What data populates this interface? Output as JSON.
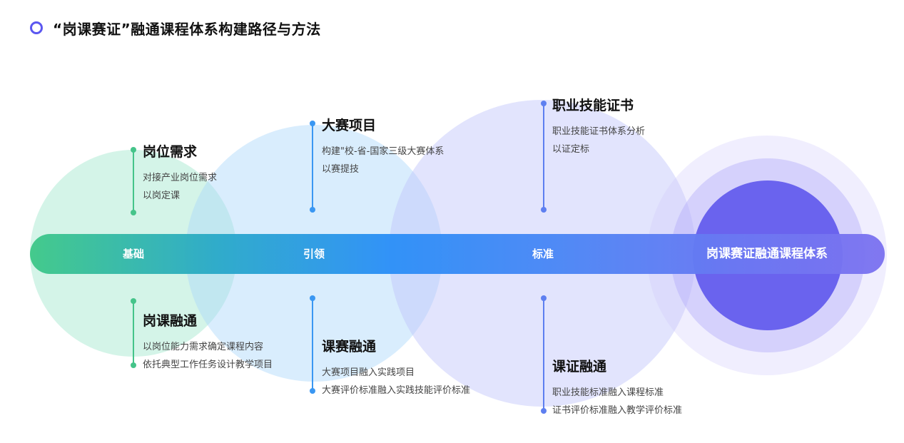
{
  "header": {
    "title": "“岗课赛证”融通课程体系构建路径与方法"
  },
  "band": {
    "labels": [
      "基础",
      "引领",
      "标准"
    ],
    "final": "岗课赛证融通课程体系"
  },
  "top_blocks": [
    {
      "title": "岗位需求",
      "lines": [
        "对接产业岗位需求",
        "以岗定课"
      ]
    },
    {
      "title": "大赛项目",
      "lines": [
        "构建\"校-省-国家三级大赛体系",
        "以赛提技"
      ]
    },
    {
      "title": "职业技能证书",
      "lines": [
        "职业技能证书体系分析",
        "以证定标"
      ]
    }
  ],
  "bottom_blocks": [
    {
      "title": "岗课融通",
      "lines": [
        "以岗位能力需求确定课程内容",
        "依托典型工作任务设计教学项目"
      ]
    },
    {
      "title": "课赛融通",
      "lines": [
        "大赛项目融入实践项目",
        "大赛评价标准融入实践技能评价标准"
      ]
    },
    {
      "title": "课证融通",
      "lines": [
        "职业技能标准融入课程标准",
        "证书评价标准融入教学评价标准"
      ]
    }
  ],
  "colors": {
    "accent": "#5b57f0",
    "green": "#45c48a",
    "blue": "#3a97f2",
    "indigo": "#5e7ff0",
    "core_circle": "#6a63ee"
  }
}
